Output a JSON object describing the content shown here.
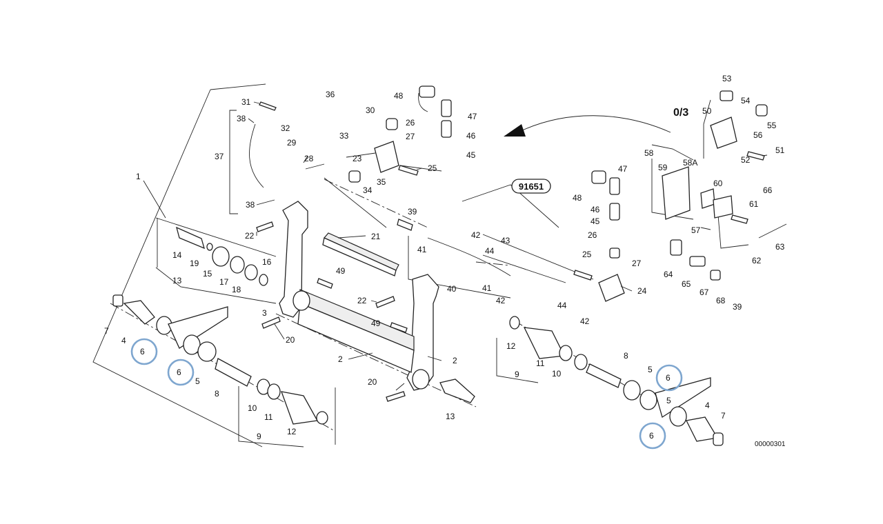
{
  "diagram": {
    "drawing_code": "00000301",
    "group_label": "0/3",
    "cross_reference": "91651",
    "callout_labels": [
      "1",
      "2",
      "2",
      "3",
      "4",
      "4",
      "5",
      "5",
      "5",
      "6",
      "6",
      "6",
      "6",
      "7",
      "7",
      "8",
      "8",
      "9",
      "9",
      "10",
      "10",
      "11",
      "11",
      "12",
      "12",
      "13",
      "13",
      "14",
      "15",
      "16",
      "17",
      "18",
      "19",
      "20",
      "20",
      "21",
      "22",
      "22",
      "23",
      "24",
      "25",
      "25",
      "26",
      "26",
      "27",
      "27",
      "28",
      "29",
      "30",
      "31",
      "32",
      "33",
      "34",
      "35",
      "36",
      "37",
      "38",
      "38",
      "39",
      "39",
      "40",
      "41",
      "41",
      "42",
      "42",
      "42",
      "43",
      "44",
      "44",
      "45",
      "45",
      "46",
      "46",
      "47",
      "47",
      "48",
      "48",
      "49",
      "49",
      "50",
      "51",
      "52",
      "53",
      "54",
      "55",
      "56",
      "57",
      "58",
      "58A",
      "59",
      "60",
      "61",
      "62",
      "63",
      "64",
      "65",
      "66",
      "67",
      "68"
    ],
    "highlighted_part": "6",
    "highlight_color": "#7ea6cf"
  }
}
